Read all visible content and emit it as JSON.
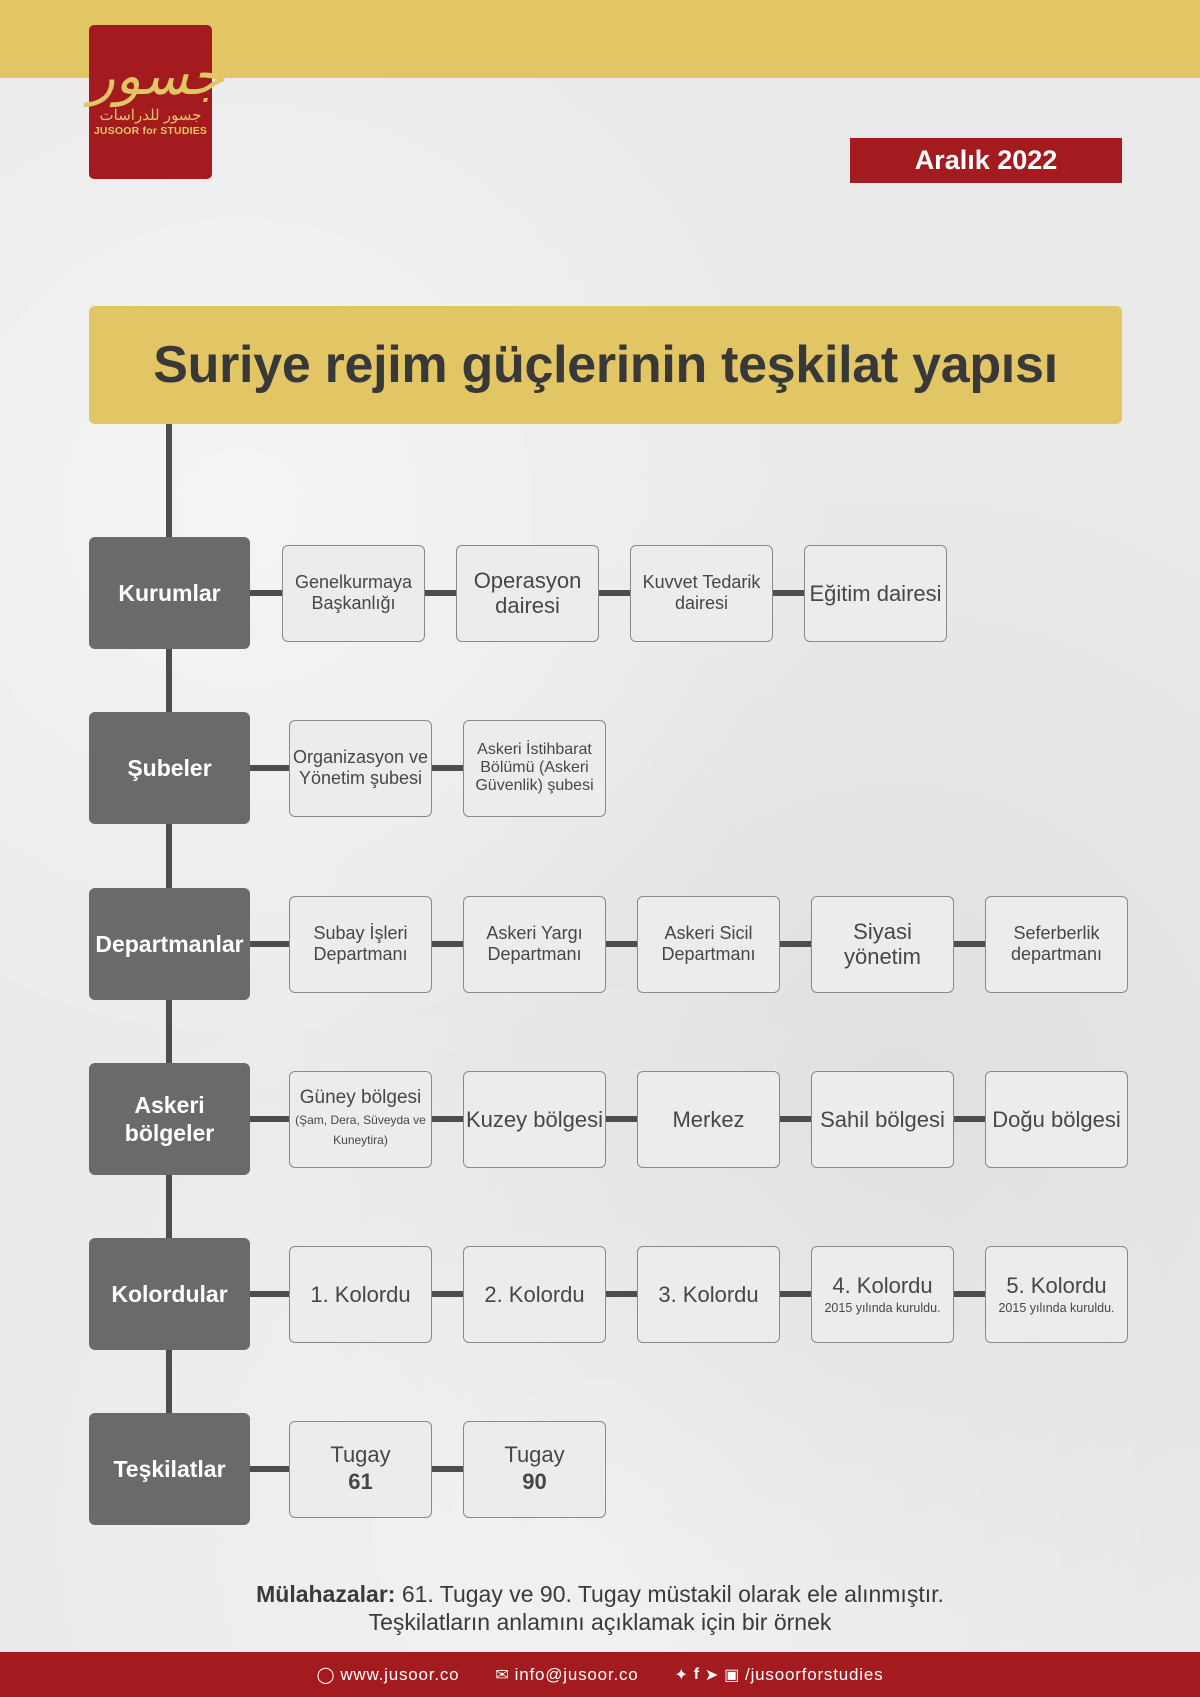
{
  "logo": {
    "arabic": "جسور للدراسات",
    "latin": "JUSOOR for STUDIES"
  },
  "date": "Aralık 2022",
  "title": "Suriye rejim güçlerinin teşkilat yapısı",
  "rows": [
    {
      "label": "Kurumlar",
      "items": [
        "Genelkurmaya Başkanlığı",
        "Operasyon dairesi",
        "Kuvvet Tedarik dairesi",
        "Eğitim dairesi"
      ]
    },
    {
      "label": "Şubeler",
      "items": [
        "Organizasyon ve Yönetim şubesi",
        "Askeri İstihbarat Bölümü (Askeri Güvenlik) şubesi"
      ]
    },
    {
      "label": "Departmanlar",
      "items": [
        "Subay İşleri Departmanı",
        "Askeri Yargı Departmanı",
        "Askeri Sicil Departmanı",
        "Siyasi yönetim",
        "Seferberlik departmanı"
      ]
    },
    {
      "label": "Askeri bölgeler",
      "items": [
        {
          "main": "Güney bölgesi",
          "note": "(Şam, Dera, Süveyda ve Kuneytira)"
        },
        "Kuzey bölgesi",
        "Merkez",
        "Sahil bölgesi",
        "Doğu bölgesi"
      ]
    },
    {
      "label": "Kolordular",
      "items": [
        "1. Kolordu",
        "2. Kolordu",
        "3. Kolordu",
        {
          "main": "4. Kolordu",
          "note": "2015 yılında kuruldu."
        },
        {
          "main": "5. Kolordu",
          "note": "2015 yılında kuruldu."
        }
      ]
    },
    {
      "label": "Teşkilatlar",
      "items": [
        {
          "main": "Tugay",
          "num": "61"
        },
        {
          "main": "Tugay",
          "num": "90"
        }
      ]
    }
  ],
  "remarks": {
    "label": "Mülahazalar:",
    "text": "61. Tugay ve 90. Tugay müstakil olarak ele alınmıştır.",
    "line2": "Teşkilatların anlamını açıklamak için bir örnek"
  },
  "footer": {
    "web": "www.jusoor.co",
    "email": "info@jusoor.co",
    "social": "/jusoorforstudies",
    "icons": [
      "globe-icon",
      "mail-icon",
      "twitter-icon",
      "facebook-icon",
      "telegram-icon",
      "instagram-icon"
    ]
  },
  "colors": {
    "gold": "#e2c565",
    "red": "#a41b1f",
    "category": "#6a6a6a",
    "connector": "#4d4d4d"
  }
}
